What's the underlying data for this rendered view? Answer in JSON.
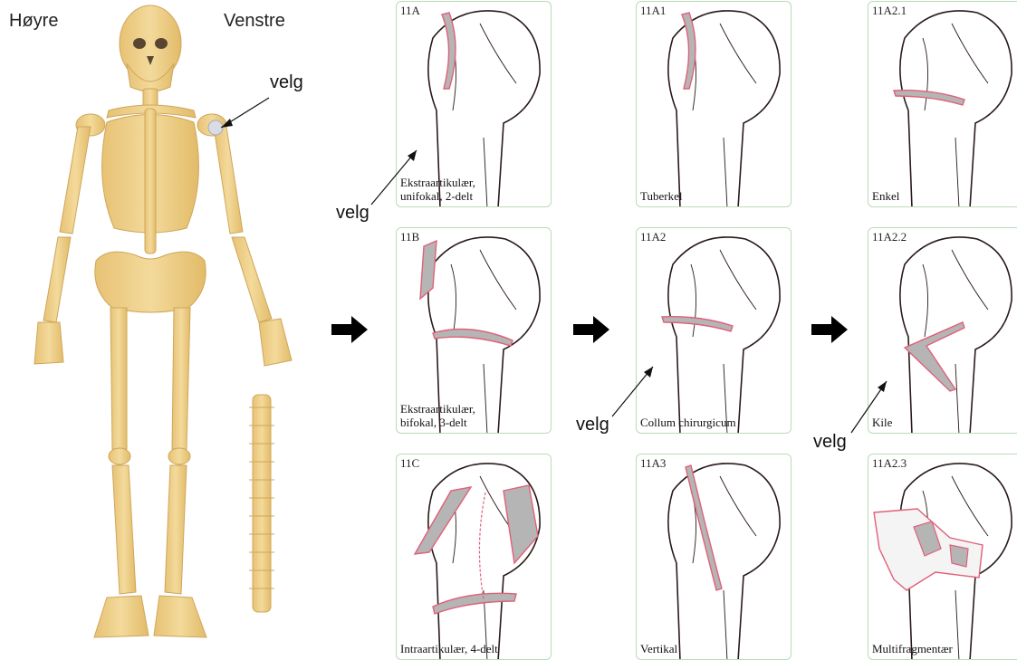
{
  "skeleton": {
    "right_label": "Høyre",
    "left_label": "Venstre",
    "select_label": "velg"
  },
  "columns": [
    {
      "cards": [
        {
          "code": "11A",
          "caption": "Ekstraartikulær,\nunifokal, 2-delt",
          "pointer_label": "velg"
        },
        {
          "code": "11B",
          "caption": "Ekstraartikulær,\nbifokal, 3-delt"
        },
        {
          "code": "11C",
          "caption": "Intraartikulær, 4-delt"
        }
      ]
    },
    {
      "cards": [
        {
          "code": "11A1",
          "caption": "Tuberkel"
        },
        {
          "code": "11A2",
          "caption": "Collum chirurgicum",
          "pointer_label": "velg"
        },
        {
          "code": "11A3",
          "caption": "Vertikal"
        }
      ]
    },
    {
      "cards": [
        {
          "code": "11A2.1",
          "caption": "Enkel"
        },
        {
          "code": "11A2.2",
          "caption": "Kile",
          "pointer_label": "velg"
        },
        {
          "code": "11A2.3",
          "caption": "Multifragmentær"
        }
      ]
    }
  ],
  "colors": {
    "bone": "#efd08a",
    "bone_dark": "#d9b45f",
    "cartilage": "#d9dde3",
    "card_border": "#b9dcb9",
    "fracture_line": "#e0607a",
    "fracture_fill": "#b5b5b5"
  }
}
